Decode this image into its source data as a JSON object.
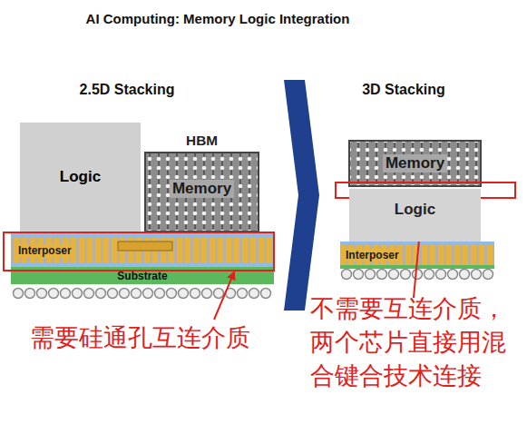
{
  "diagram": {
    "title": "AI Computing: Memory Logic Integration",
    "nodes": [
      {
        "text": [
          "Logic"
        ]
      },
      {
        "text": [
          "HBM",
          "Memory"
        ]
      },
      {
        "text": [
          "Interposer"
        ]
      },
      {
        "text": [
          "Substrate"
        ]
      },
      {
        "text": [
          "Memory"
        ]
      },
      {
        "text": [
          "Logic"
        ]
      },
      {
        "text": [
          "Interposer"
        ]
      }
    ],
    "labels": [
      "2.5D Stacking",
      "3D Stacking",
      "需要硅通孔互连介质",
      "不需要互连介质，两个芯片直接用混合键合技术连接"
    ]
  }
}
